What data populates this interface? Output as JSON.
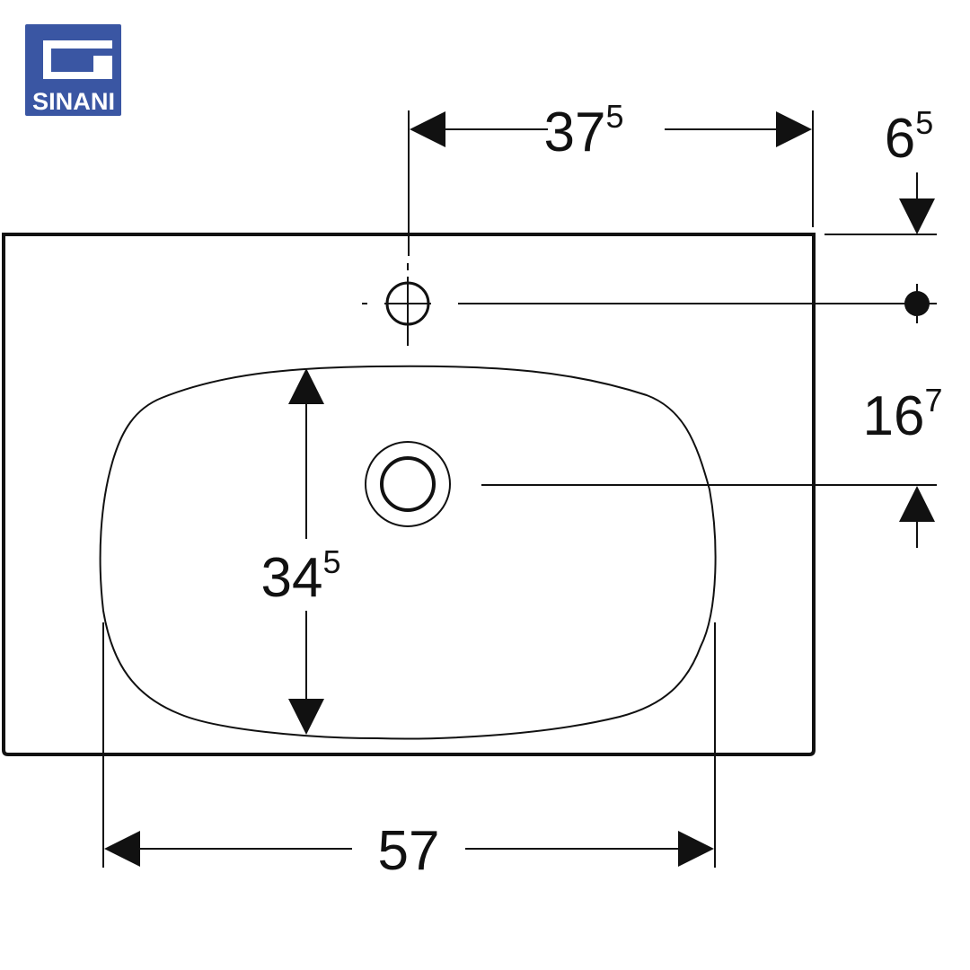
{
  "logo": {
    "brand_text": "SINANI",
    "brand_color": "#3a56a3"
  },
  "dimensions": {
    "top_width": {
      "main": "37",
      "sup": "5"
    },
    "top_offset": {
      "main": "6",
      "sup": "5"
    },
    "drain_offset": {
      "main": "16",
      "sup": "7"
    },
    "bowl_depth": {
      "main": "34",
      "sup": "5"
    },
    "bowl_width": {
      "main": "57",
      "sup": ""
    }
  },
  "colors": {
    "line": "#111111",
    "background": "#ffffff"
  }
}
